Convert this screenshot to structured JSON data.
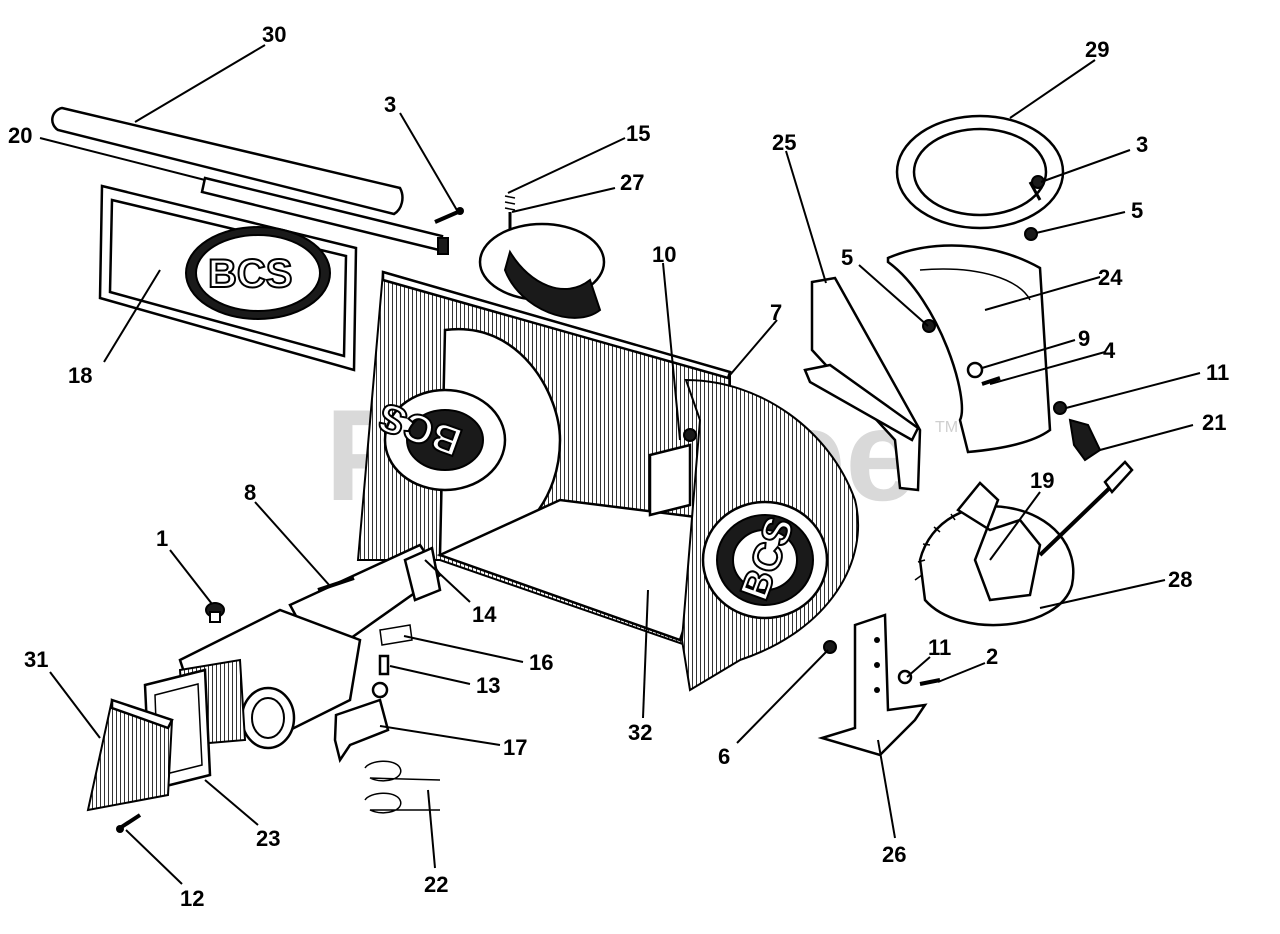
{
  "watermark": {
    "text": "PartsTree",
    "trademark": "TM",
    "color": "#d9d9d9"
  },
  "logos": {
    "brand_text": "BCS"
  },
  "parts": [
    {
      "id": "30",
      "name": "tube"
    },
    {
      "id": "20",
      "name": "rod"
    },
    {
      "id": "3",
      "name": "bolt"
    },
    {
      "id": "18",
      "name": "logo-plate"
    },
    {
      "id": "15",
      "name": "spring"
    },
    {
      "id": "27",
      "name": "pin"
    },
    {
      "id": "10",
      "name": "clip"
    },
    {
      "id": "7",
      "name": "housing"
    },
    {
      "id": "25",
      "name": "deflector"
    },
    {
      "id": "5",
      "name": "nut"
    },
    {
      "id": "24",
      "name": "chute"
    },
    {
      "id": "29",
      "name": "ring"
    },
    {
      "id": "9",
      "name": "washer"
    },
    {
      "id": "4",
      "name": "screw"
    },
    {
      "id": "11",
      "name": "nut"
    },
    {
      "id": "21",
      "name": "knob"
    },
    {
      "id": "19",
      "name": "crank"
    },
    {
      "id": "28",
      "name": "gear-ring"
    },
    {
      "id": "8",
      "name": "shaft"
    },
    {
      "id": "1",
      "name": "plug"
    },
    {
      "id": "14",
      "name": "bearing"
    },
    {
      "id": "16",
      "name": "bolt"
    },
    {
      "id": "13",
      "name": "pin"
    },
    {
      "id": "31",
      "name": "flange-mesh"
    },
    {
      "id": "17",
      "name": "lever"
    },
    {
      "id": "32",
      "name": "auger-housing"
    },
    {
      "id": "6",
      "name": "nut"
    },
    {
      "id": "2",
      "name": "bolt"
    },
    {
      "id": "26",
      "name": "skid"
    },
    {
      "id": "23",
      "name": "gasket"
    },
    {
      "id": "22",
      "name": "spring-clip"
    },
    {
      "id": "12",
      "name": "screw"
    }
  ]
}
